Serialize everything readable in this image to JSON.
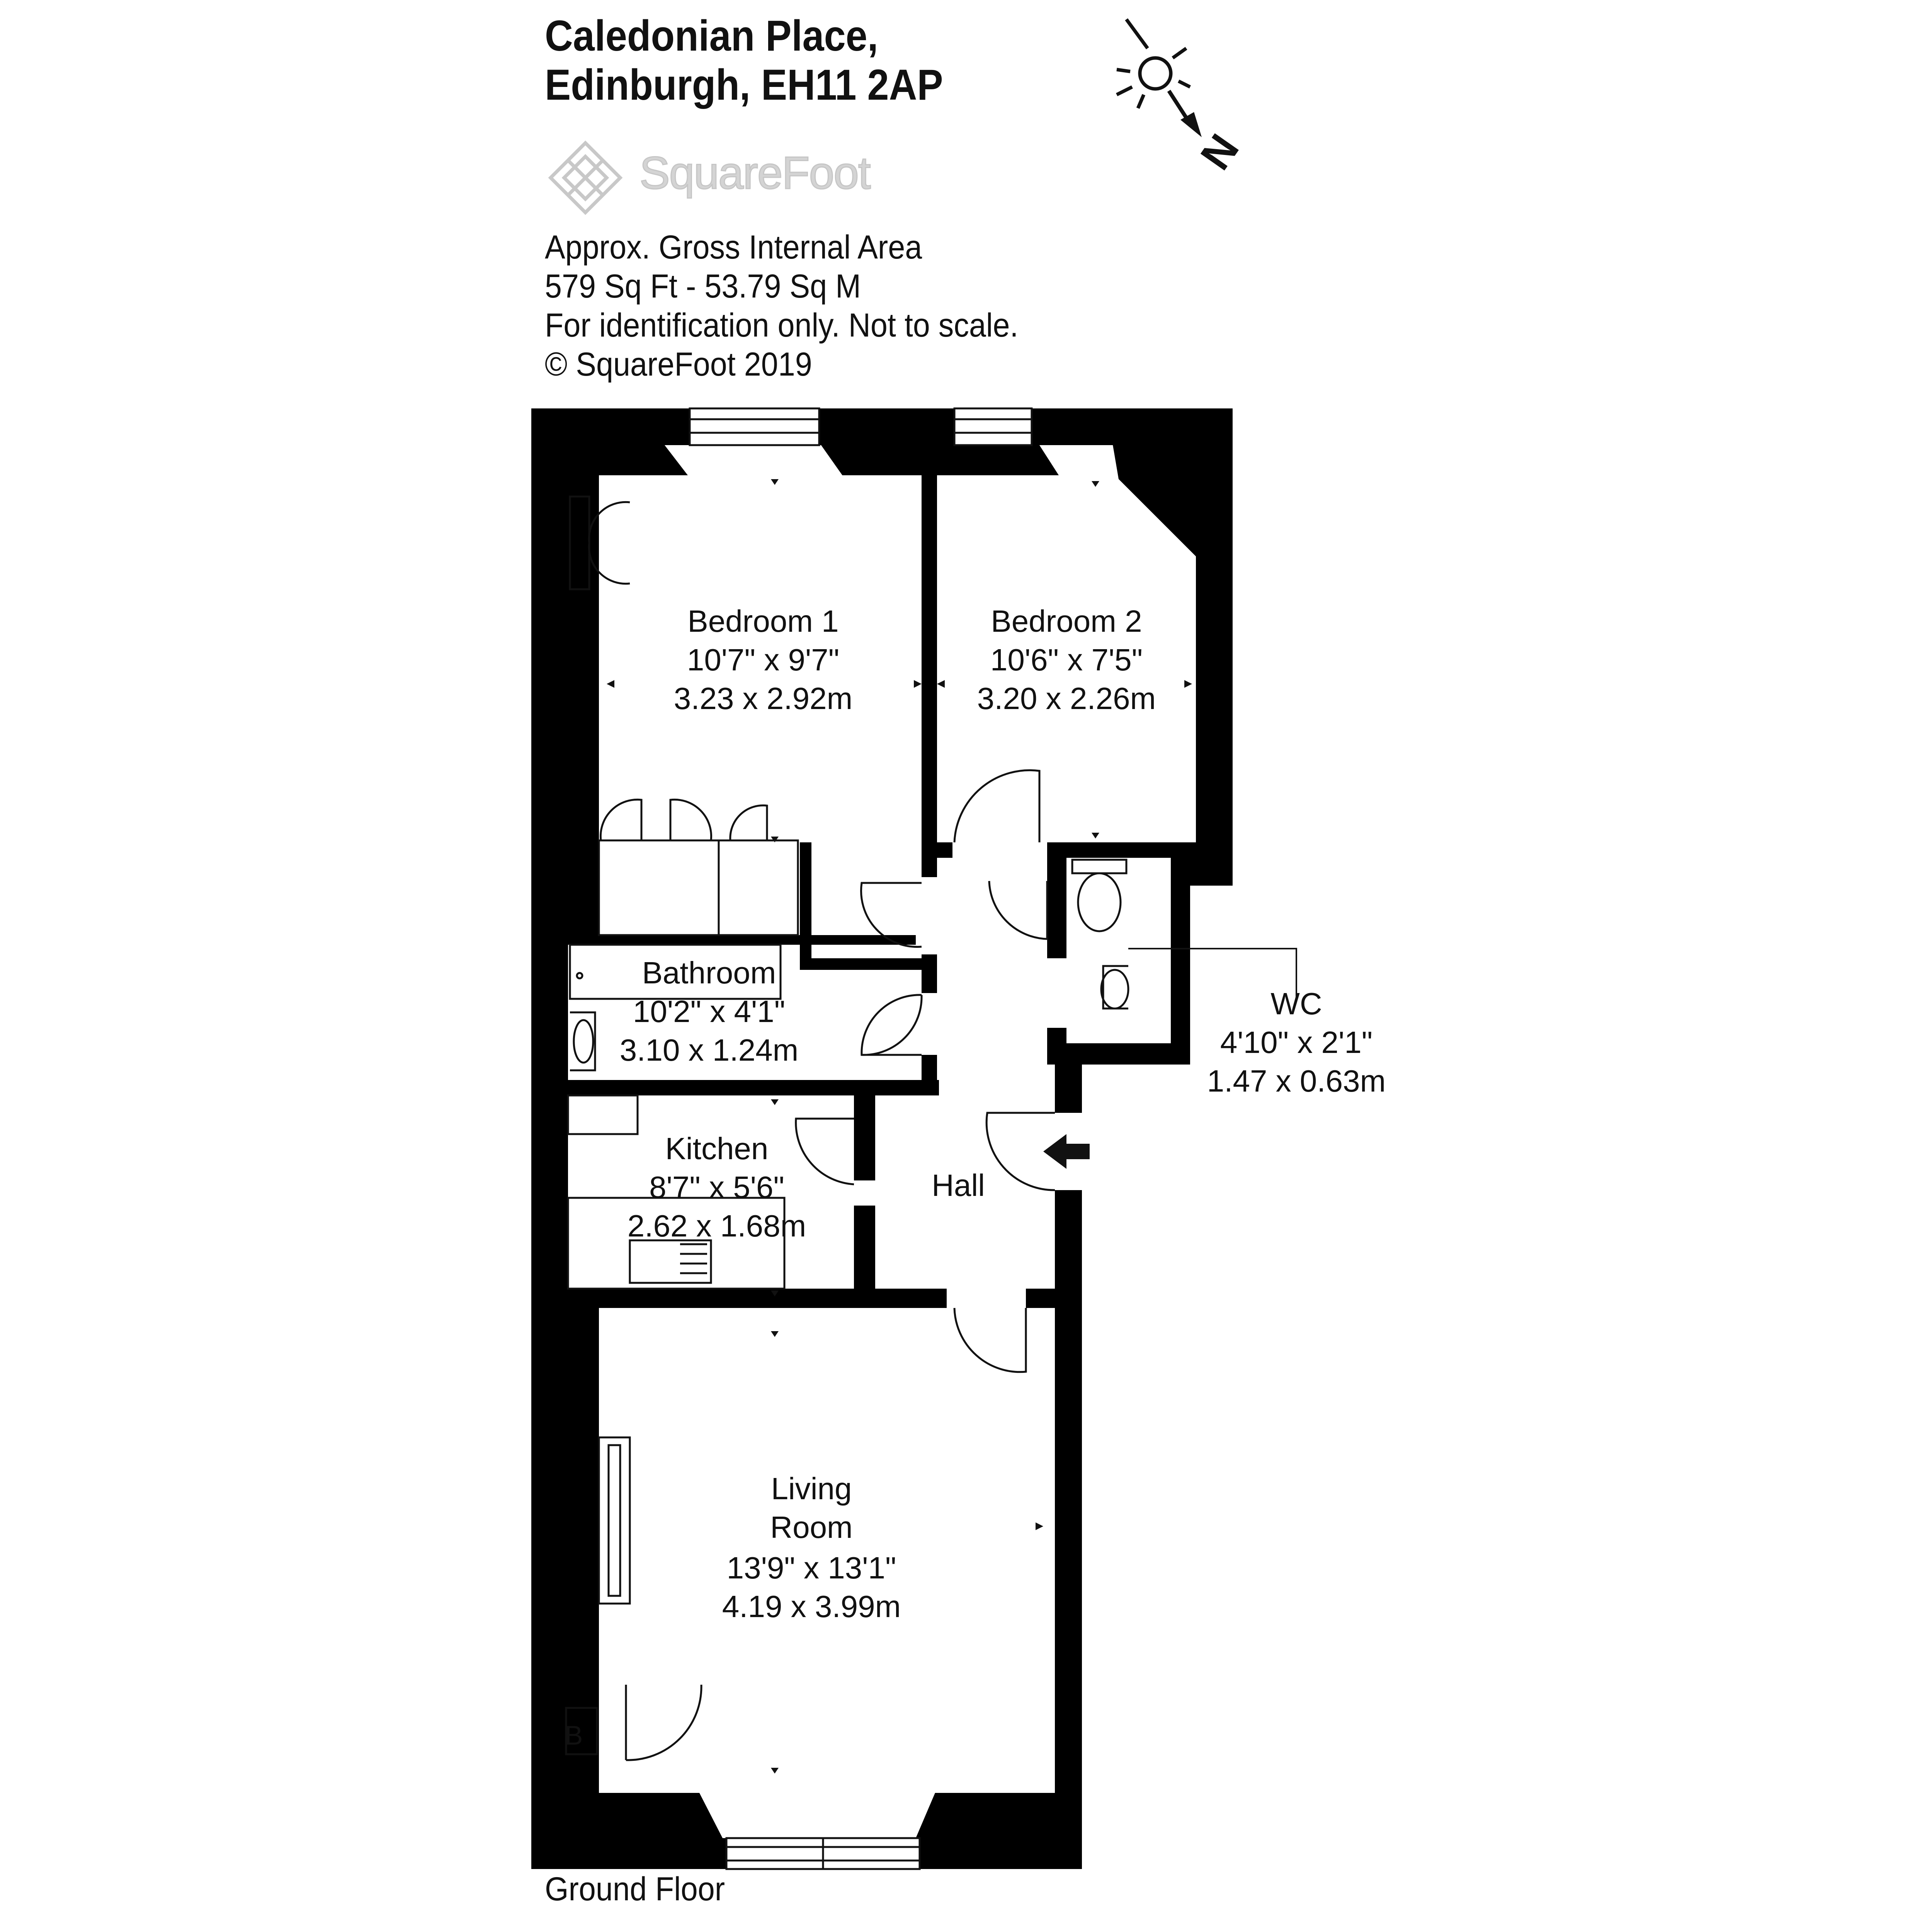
{
  "header": {
    "address_line1": "Caledonian Place,",
    "address_line2": "Edinburgh, EH11 2AP"
  },
  "brand": {
    "logo_text": "SquareFoot",
    "logo_icon": "squarefoot-logo-icon"
  },
  "info": {
    "line1": "Approx. Gross Internal Area",
    "line2": "579 Sq Ft  -  53.79 Sq M",
    "line3": "For identification only. Not to scale.",
    "line4": "© SquareFoot 2019"
  },
  "compass": {
    "label": "N",
    "icons": [
      "sun-icon",
      "north-arrow-icon"
    ]
  },
  "rooms": {
    "bedroom1": {
      "name": "Bedroom 1",
      "imperial": "10'7\" x 9'7\"",
      "metric": "3.23 x 2.92m"
    },
    "bedroom2": {
      "name": "Bedroom 2",
      "imperial": "10'6\" x 7'5\"",
      "metric": "3.20 x 2.26m"
    },
    "bathroom": {
      "name": "Bathroom",
      "imperial": "10'2\" x 4'1\"",
      "metric": "3.10 x 1.24m"
    },
    "wc": {
      "name": "WC",
      "imperial": "4'10\" x 2'1\"",
      "metric": "1.47 x 0.63m"
    },
    "kitchen": {
      "name": "Kitchen",
      "imperial": "8'7\" x 5'6\"",
      "metric": "2.62 x 1.68m"
    },
    "hall": {
      "name": "Hall"
    },
    "living": {
      "name_line1": "Living",
      "name_line2": "Room",
      "imperial": "13'9\" x 13'1\"",
      "metric": "4.19 x 3.99m"
    },
    "boiler": {
      "label": "B"
    }
  },
  "footer": {
    "floor_label": "Ground Floor"
  },
  "colors": {
    "wall": "#000000",
    "background": "#ffffff",
    "logo": "#cfcfcf"
  }
}
